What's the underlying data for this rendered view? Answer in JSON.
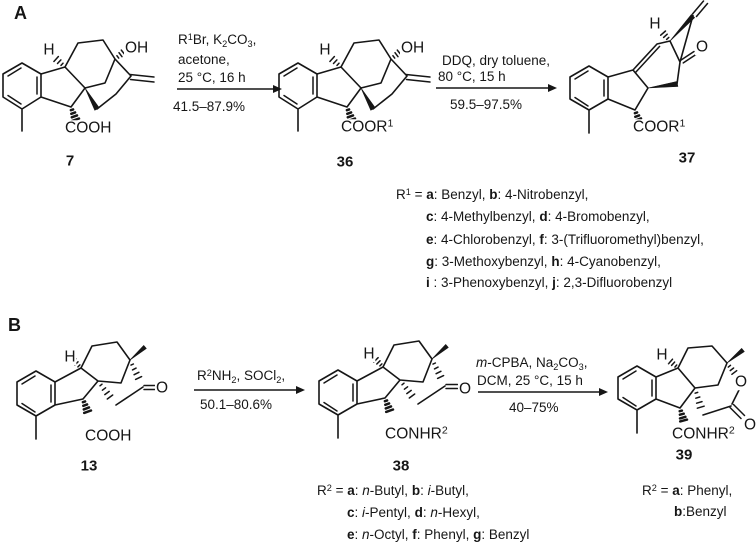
{
  "panel_a": {
    "label": "A",
    "compound_7": {
      "number": "7",
      "h_label": "H",
      "oh_label": "OH",
      "group_label": "COOH"
    },
    "compound_36": {
      "number": "36",
      "h_label": "H",
      "oh_label": "OH",
      "group_label": "COOR^1^"
    },
    "compound_37": {
      "number": "37",
      "h_label": "H",
      "o_label": "O",
      "group_label": "COOR^1^"
    },
    "step1": {
      "reagent_line1": "R^1^Br, K~2~CO~3~,",
      "reagent_line2": "acetone,",
      "reagent_line3": "25 °C, 16 h",
      "yield": "41.5–87.9%"
    },
    "step2": {
      "reagent_line1": "DDQ, dry toluene,",
      "reagent_line2": "80 °C, 15 h",
      "yield": "59.5–97.5%"
    },
    "r1_definitions": [
      "R^1^ = **a**: Benzyl, **b**: 4-Nitrobenzyl,",
      "**c**: 4-Methylbenzyl, **d**: 4-Bromobenzyl,",
      "**e**: 4-Chlorobenzyl, **f**: 3-(Trifluoromethyl)benzyl,",
      "**g**: 3-Methoxybenzyl, **h**: 4-Cyanobenzyl,",
      "**i** : 3-Phenoxybenzyl, **j**: 2,3-Difluorobenzyl"
    ]
  },
  "panel_b": {
    "label": "B",
    "compound_13": {
      "number": "13",
      "h_label": "H",
      "o_label": "O",
      "group_label": "COOH"
    },
    "compound_38": {
      "number": "38",
      "h_label": "H",
      "o_label": "O",
      "group_label": "CONHR^2^"
    },
    "compound_39": {
      "number": "39",
      "h_label": "H",
      "ring_o_label": "O",
      "carbonyl_o_label": "O",
      "group_label": "CONHR^2^"
    },
    "step1": {
      "reagent_line1": "R^2^NH~2~, SOCl~2~,",
      "yield": "50.1–80.6%"
    },
    "step2": {
      "reagent_line1": "*m*-CPBA, Na~2~CO~3~,",
      "reagent_line2": "DCM, 25 °C, 15 h",
      "yield": "40–75%"
    },
    "r2_definitions_38": [
      "R^2^ = **a**: *n*-Butyl, **b**: *i*-Butyl,",
      "**c**: *i*-Pentyl, **d**: *n*-Hexyl,",
      "**e**: *n*-Octyl, **f**: Phenyl, **g**: Benzyl"
    ],
    "r2_definitions_39": [
      "R^2^ = **a**: Phenyl,",
      "**b**:Benzyl"
    ]
  }
}
